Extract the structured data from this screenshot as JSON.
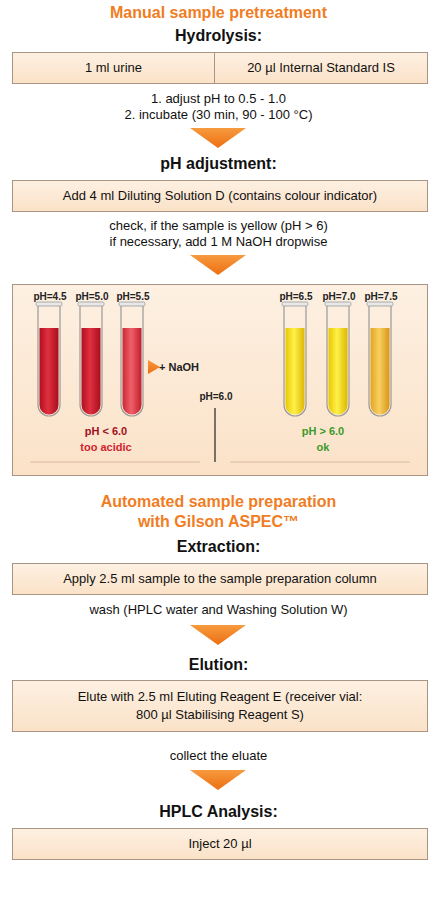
{
  "diagram": {
    "title": "Manual sample pretreatment",
    "nodes": [
      {
        "text": [
          "1 ml urine"
        ]
      },
      {
        "text": [
          "20 µl Internal Standard IS"
        ]
      },
      {
        "text": [
          "Add 4 ml Diluting Solution D (contains colour indicator)"
        ]
      },
      {
        "text": [
          "pH=4.5",
          "pH=5.0",
          "pH=5.5",
          "+ NaOH",
          "pH=6.0",
          "pH=6.5",
          "pH=7.0",
          "pH=7.5",
          "pH < 6.0",
          "too acidic",
          "pH > 6.0",
          "ok"
        ]
      },
      {
        "text": [
          "Apply 2.5 ml sample to the sample preparation column"
        ]
      },
      {
        "text": [
          "Elute with 2.5 ml Eluting Reagent E (receiver vial: 800 µl Stabilising Reagent S)"
        ]
      },
      {
        "text": [
          "Inject 20 µl"
        ]
      }
    ],
    "labels": [
      "Hydrolysis:",
      "1. adjust pH to 0.5 - 1.0",
      "2. incubate (30 min, 90 - 100 °C)",
      "pH adjustment:",
      "check, if the sample is yellow (pH > 6)",
      "if necessary, add 1 M NaOH dropwise",
      "Automated sample preparation",
      "with Gilson ASPEC™",
      "Extraction:",
      "wash (HPLC water and Washing Solution W)",
      "Elution:",
      "collect the eluate",
      "HPLC Analysis:"
    ]
  }
}
